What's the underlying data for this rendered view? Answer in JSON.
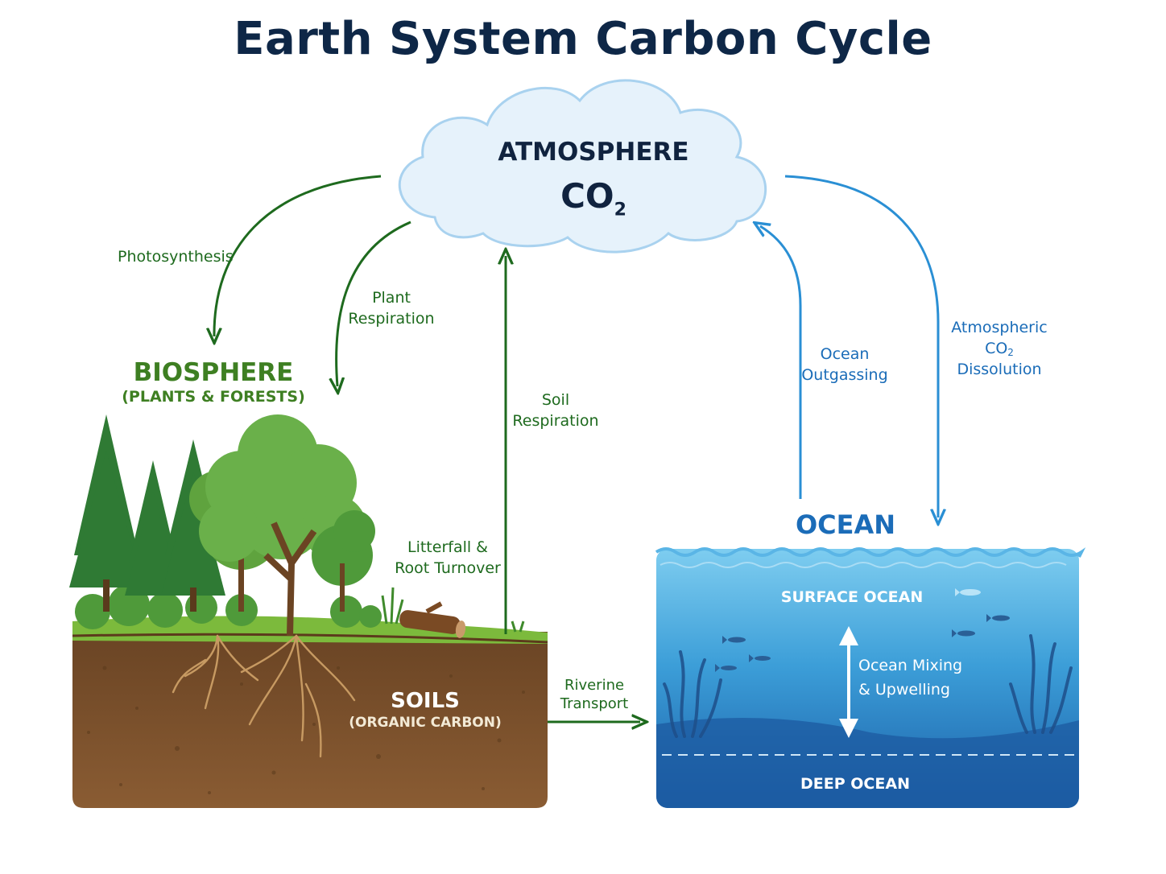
{
  "title": "Earth System Carbon Cycle",
  "atmosphere": {
    "name": "ATMOSPHERE",
    "gas": "CO",
    "gas_subscript": "2"
  },
  "biosphere": {
    "name": "BIOSPHERE",
    "subtitle": "(PLANTS & FORESTS)"
  },
  "soils": {
    "name": "SOILS",
    "subtitle": "(ORGANIC CARBON)"
  },
  "ocean": {
    "name": "OCEAN",
    "surface": "SURFACE OCEAN",
    "deep": "DEEP OCEAN",
    "mixing_line1": "Ocean Mixing",
    "mixing_line2": "& Upwelling"
  },
  "fluxes": {
    "photosynthesis": "Photosynthesis",
    "plant_resp_line1": "Plant",
    "plant_resp_line2": "Respiration",
    "soil_resp_line1": "Soil",
    "soil_resp_line2": "Respiration",
    "litter_line1": "Litterfall &",
    "litter_line2": "Root Turnover",
    "riverine_line1": "Riverine",
    "riverine_line2": "Transport",
    "outgas_line1": "Ocean",
    "outgas_line2": "Outgassing",
    "dissolution_line1": "Atmospheric",
    "dissolution_co2": "CO",
    "dissolution_co2_subscript": "2",
    "dissolution_line3": "Dissolution"
  },
  "colors": {
    "title": "#0e2747",
    "green_flux": "#1e6a1e",
    "blue_flux": "#2a8fd4",
    "cloud_fill": "#e6f2fb",
    "cloud_stroke": "#a9d2ef",
    "soil": "#7a4f2a",
    "grass": "#7cba3c",
    "ocean_top": "#7ecdf0",
    "ocean_bottom": "#1a5fa8"
  }
}
